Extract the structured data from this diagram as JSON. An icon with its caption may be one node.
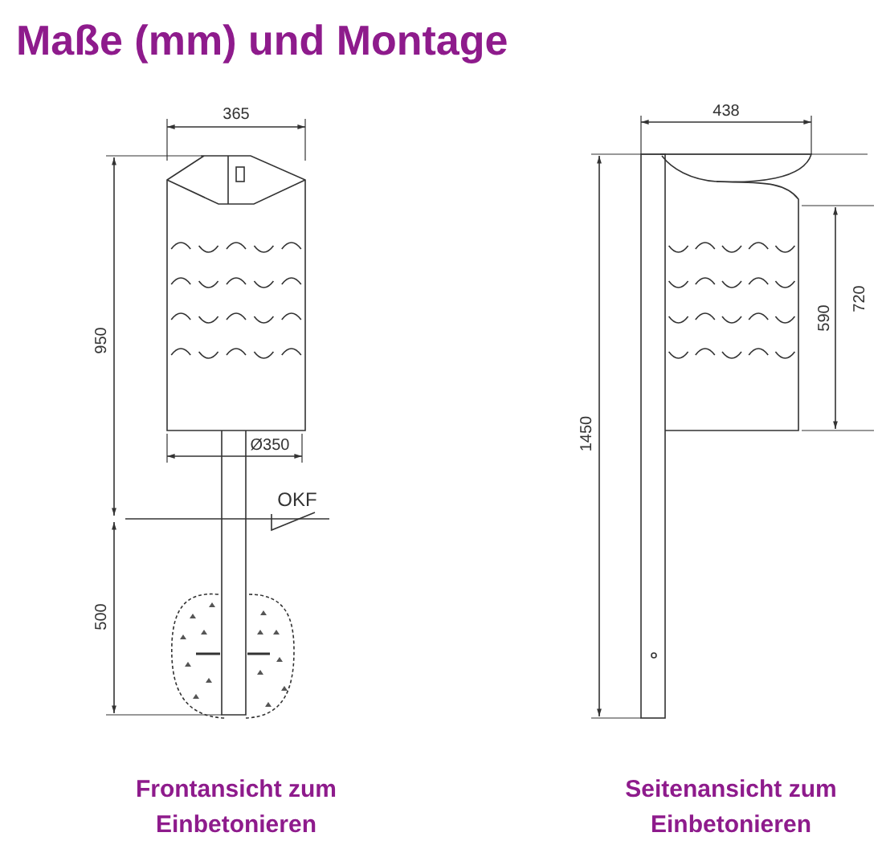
{
  "diagram": {
    "title": "Maße (mm) und Montage",
    "labels": [
      "365",
      "950",
      "Ø350",
      "OKF",
      "500",
      "438",
      "1450",
      "590",
      "720",
      "Frontansicht zum Einbetonieren",
      "Seitenansicht zum Einbetonieren"
    ]
  }
}
